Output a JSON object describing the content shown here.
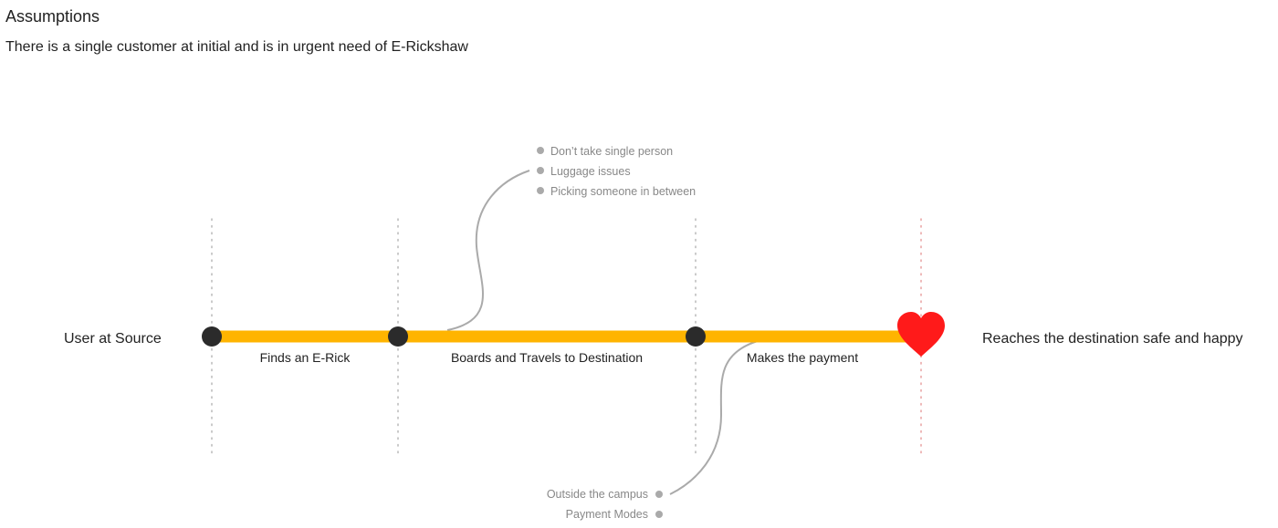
{
  "header": {
    "title": "Assumptions",
    "subtitle": "There is a single customer at initial and is in urgent need of E-Rickshaw"
  },
  "journey": {
    "start_label": "User at Source",
    "end_label": "Reaches the destination safe and happy",
    "stages": [
      "Finds an E-Rick",
      "Boards and Travels to Destination",
      "Makes the payment"
    ],
    "pain_points_top": [
      "Don’t take single person",
      "Luggage issues",
      "Picking someone in between"
    ],
    "pain_points_bottom": [
      "Outside the campus",
      "Payment Modes"
    ]
  },
  "colors": {
    "track": "#FFB400",
    "node": "#2b2b2b",
    "heart": "#FF1A1A",
    "connector": "#aaaaaa",
    "note_text": "#888888",
    "note_bullet": "#aaaaaa",
    "guide_dots": "#b8b8b8",
    "guide_dots_end": "#e8a0a0"
  },
  "icons": {
    "end_marker": "heart-icon"
  }
}
